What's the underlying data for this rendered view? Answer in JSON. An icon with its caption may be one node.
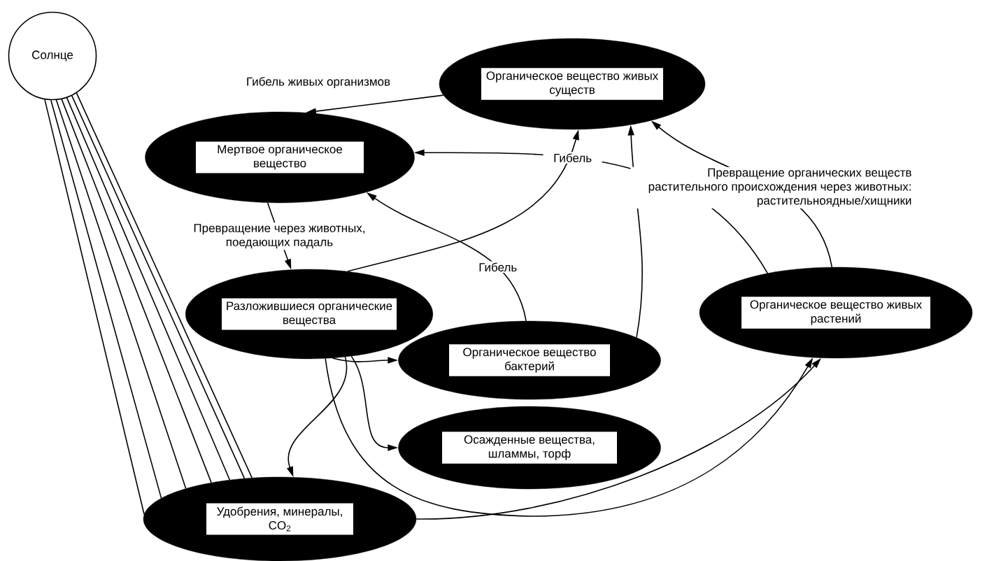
{
  "diagram": {
    "nodes": [
      {
        "text": [
          "Солнце"
        ]
      },
      {
        "text": [
          "Органическое вещество живых существ"
        ]
      },
      {
        "text": [
          "Мертвое органическое вещество"
        ]
      },
      {
        "text": [
          "Разложившиеся органические вещества"
        ]
      },
      {
        "text": [
          "Органическое вещество бактерий"
        ]
      },
      {
        "text": [
          "Осажденные вещества, шламмы, торф"
        ]
      },
      {
        "text": [
          "Органическое вещество живых растений"
        ]
      },
      {
        "text": [
          "Удобрения, минералы, CO$_{2}$"
        ]
      }
    ],
    "edges": [
      {
        "from": 0,
        "to": 7,
        "arrow": "none"
      },
      {
        "from": 0,
        "to": 7,
        "arrow": "none"
      },
      {
        "from": 0,
        "to": 7,
        "arrow": "none"
      },
      {
        "from": 0,
        "to": 7,
        "arrow": "none"
      },
      {
        "from": 0,
        "to": 7,
        "arrow": "none"
      },
      {
        "from": 0,
        "to": 7,
        "arrow": "none"
      },
      {
        "from": 0,
        "to": 7,
        "arrow": "none"
      },
      {
        "from": 1,
        "to": 2,
        "arrow": "to",
        "label": "Гибель живых организмов"
      },
      {
        "from": 2,
        "to": 3,
        "arrow": "to",
        "label": "Превращение через животных, поедающих падаль"
      },
      {
        "from": 3,
        "to": 1,
        "arrow": "to"
      },
      {
        "from": 4,
        "to": 2,
        "arrow": "to",
        "label": "Гибель"
      },
      {
        "from": 4,
        "to": 1,
        "arrow": "to"
      },
      {
        "from": 6,
        "to": 2,
        "arrow": "to",
        "label": "Гибель"
      },
      {
        "from": 6,
        "to": 1,
        "arrow": "to",
        "label": "Превращение органических веществ растительного происхождения через животных: растительноядные/хищники"
      },
      {
        "from": 3,
        "to": 4,
        "arrow": "to"
      },
      {
        "from": 3,
        "to": 5,
        "arrow": "to"
      },
      {
        "from": 3,
        "to": 6,
        "arrow": "to"
      },
      {
        "from": 3,
        "to": 7,
        "arrow": "to"
      },
      {
        "from": 7,
        "to": 6,
        "arrow": "to"
      }
    ]
  }
}
